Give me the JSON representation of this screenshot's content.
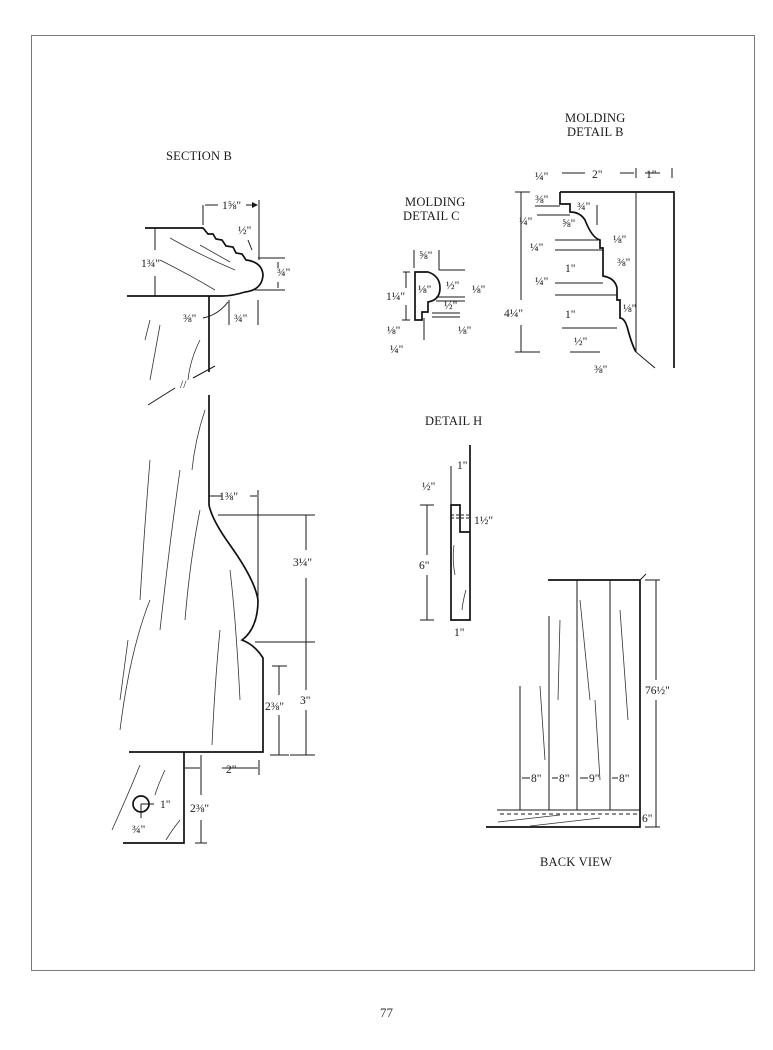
{
  "page": {
    "number": "77"
  },
  "section_b": {
    "title": "SECTION B",
    "dims": {
      "top_width": "1⅝\"",
      "step": "½\"",
      "height": "1¾\"",
      "bead": "¾\"",
      "undercut": "⅜\"",
      "offset": "¾\"",
      "lower_offset": "1⅜\"",
      "curve_height": "3¼\"",
      "base_height": "3\"",
      "plinth_height": "2⅜\"",
      "base_width": "2\"",
      "foot_height": "2⅜\"",
      "hole_offset": "1\"",
      "hole_from_bottom": "¾\""
    }
  },
  "molding_c": {
    "title_line1": "MOLDING",
    "title_line2": "DETAIL C",
    "dims": {
      "top": "⅝\"",
      "radius": "⅛\"",
      "height": "1¼\"",
      "step1": "½\"",
      "step1_small": "⅛\"",
      "step2": "½\"",
      "step2_small": "⅛\"",
      "bottom_small": "⅛\"",
      "bottom": "¼\""
    }
  },
  "molding_b": {
    "title_line1": "MOLDING",
    "title_line2": "DETAIL B",
    "dims": {
      "top_small": "¼\"",
      "width": "2\"",
      "right": "1\"",
      "a": "⅜\"",
      "b": "¾\"",
      "c": "¼\"",
      "d": "⅝\"",
      "e": "⅛\"",
      "f": "¼\"",
      "g": "⅜\"",
      "h": "1\"",
      "i": "¼\"",
      "total": "4¼\"",
      "j": "1\"",
      "k": "⅛\"",
      "l": "½\"",
      "m": "⅜\""
    }
  },
  "detail_h": {
    "title": "DETAIL H",
    "dims": {
      "top": "1\"",
      "groove": "½\"",
      "tongue": "1½\"",
      "height": "6\"",
      "width": "1\""
    }
  },
  "back_view": {
    "title": "BACK VIEW",
    "dims": {
      "height": "76½\"",
      "board1": "8\"",
      "board2": "8\"",
      "board3": "9\"",
      "board4": "8\"",
      "base": "6\""
    }
  }
}
